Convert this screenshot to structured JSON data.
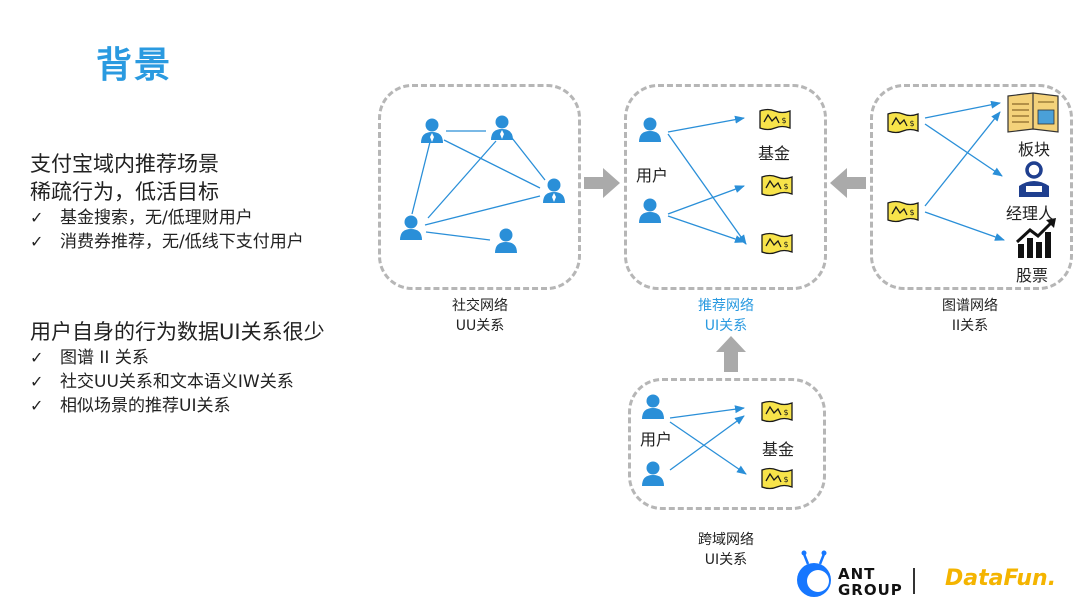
{
  "title": "背景",
  "left_panel": {
    "section1": {
      "heading_lines": [
        "支付宝域内推荐场景",
        "稀疏行为，低活目标"
      ],
      "items": [
        "基金搜索，无/低理财用户",
        "消费券推荐，无/低线下支付用户"
      ]
    },
    "section2": {
      "heading": "用户自身的行为数据UI关系很少",
      "items": [
        "图谱 II 关系",
        "社交UU关系和文本语义IW关系",
        "相似场景的推荐UI关系"
      ]
    },
    "check_symbol": "✓"
  },
  "networks": {
    "social": {
      "caption_lines": [
        "社交网络",
        "UU关系"
      ]
    },
    "recommend": {
      "caption_lines": [
        "推荐网络",
        "UI关系"
      ],
      "user_label": "用户",
      "fund_label": "基金"
    },
    "graph": {
      "caption_lines": [
        "图谱网络",
        "II关系"
      ],
      "labels": [
        "板块",
        "经理人",
        "股票"
      ]
    },
    "cross": {
      "caption_lines": [
        "跨域网络",
        "UI关系"
      ],
      "user_label": "用户",
      "fund_label": "基金"
    }
  },
  "logos": {
    "ant_line1": "ANT",
    "ant_line2": "GROUP",
    "datafun": "DataFun."
  },
  "colors": {
    "accent_blue": "#2a9ae0",
    "arrow_gray": "#aaaaaa",
    "dash_gray": "#b6b6b6",
    "fund_yellow": "#f7e34a"
  },
  "icons": [
    "user-icon",
    "money-bill-icon",
    "book-panel-icon",
    "manager-icon",
    "stock-chart-icon",
    "ant-logo-icon"
  ]
}
